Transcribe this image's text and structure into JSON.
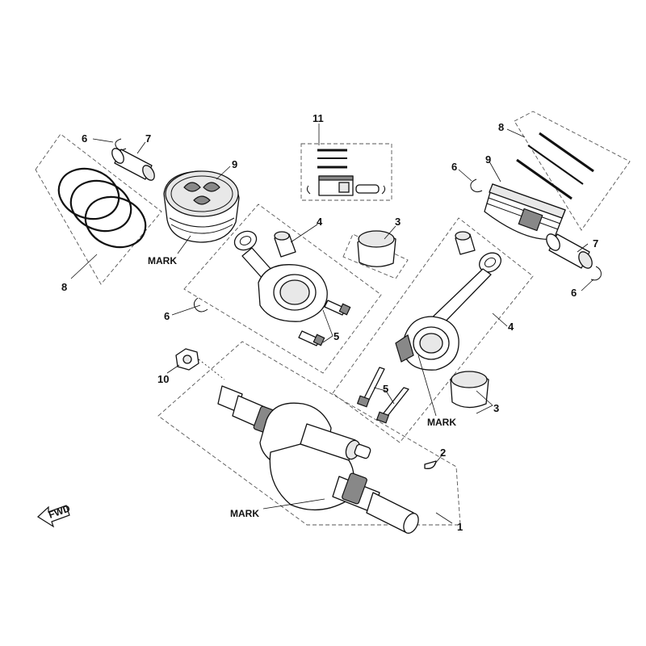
{
  "callouts": {
    "c1": "1",
    "c2": "2",
    "c3a": "3",
    "c3b": "3",
    "c4a": "4",
    "c4b": "4",
    "c5a": "5",
    "c5b": "5",
    "c6a": "6",
    "c6b": "6",
    "c6c": "6",
    "c7a": "7",
    "c7b": "7",
    "c8a": "8",
    "c8b": "8",
    "c9a": "9",
    "c9b": "9",
    "c10": "10",
    "c11": "11"
  },
  "marks": {
    "piston": "MARK",
    "rod": "MARK",
    "crank": "MARK"
  },
  "fwd_label": "FWD"
}
